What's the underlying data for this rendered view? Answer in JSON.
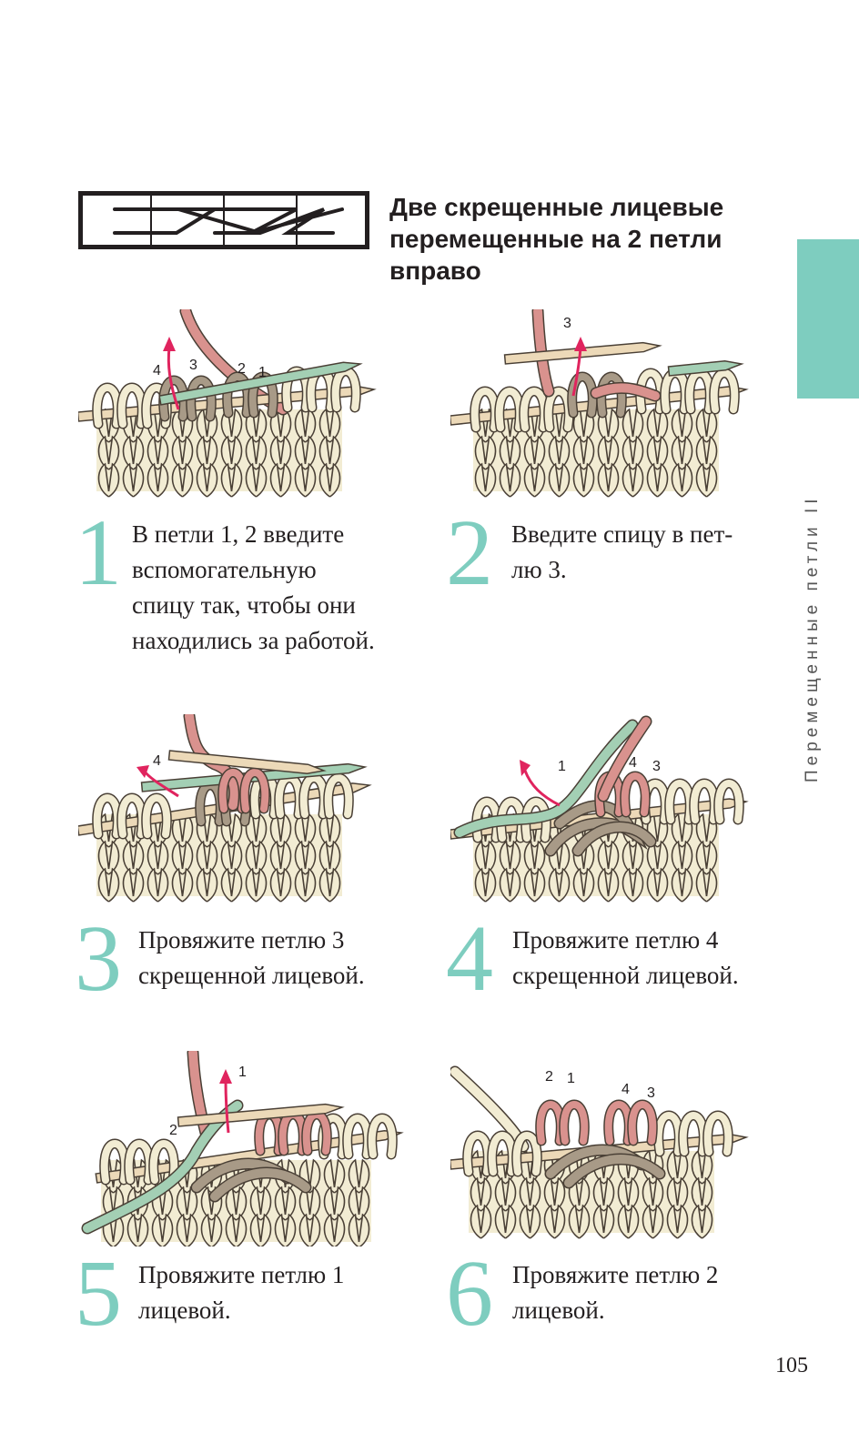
{
  "title": {
    "lines": [
      "Две скрещенные лицевые",
      "перемещенные на 2 петли",
      "вправо"
    ]
  },
  "side_label": "Перемещенные петли II",
  "page_number": "105",
  "colors": {
    "accent": "#7ecdbf",
    "yarn_cream": "#f2ecd3",
    "yarn_taupe": "#a89a87",
    "yarn_pink": "#d9928e",
    "yarn_mint": "#a3cfb4",
    "needle": "#ecd9b8",
    "arrow": "#e0245e"
  },
  "steps": [
    {
      "number": "1",
      "lines": [
        "В петли 1, 2 введите",
        "вспомогательную",
        "спицу так, чтобы они",
        "находились за работой."
      ],
      "labels": [
        "4",
        "3",
        "2",
        "1"
      ]
    },
    {
      "number": "2",
      "lines": [
        "Введите спицу в пет-",
        "лю 3."
      ],
      "labels": [
        "3"
      ]
    },
    {
      "number": "3",
      "lines": [
        "Провяжите петлю 3",
        "скрещенной лицевой."
      ],
      "labels": [
        "4"
      ]
    },
    {
      "number": "4",
      "lines": [
        "Провяжите петлю 4",
        "скрещенной лицевой."
      ],
      "labels": [
        "1",
        "4",
        "3"
      ]
    },
    {
      "number": "5",
      "lines": [
        "Провяжите петлю 1",
        "лицевой."
      ],
      "labels": [
        "1",
        "2"
      ]
    },
    {
      "number": "6",
      "lines": [
        "Провяжите петлю 2",
        "лицевой."
      ],
      "labels": [
        "2",
        "1",
        "4",
        "3"
      ]
    }
  ]
}
